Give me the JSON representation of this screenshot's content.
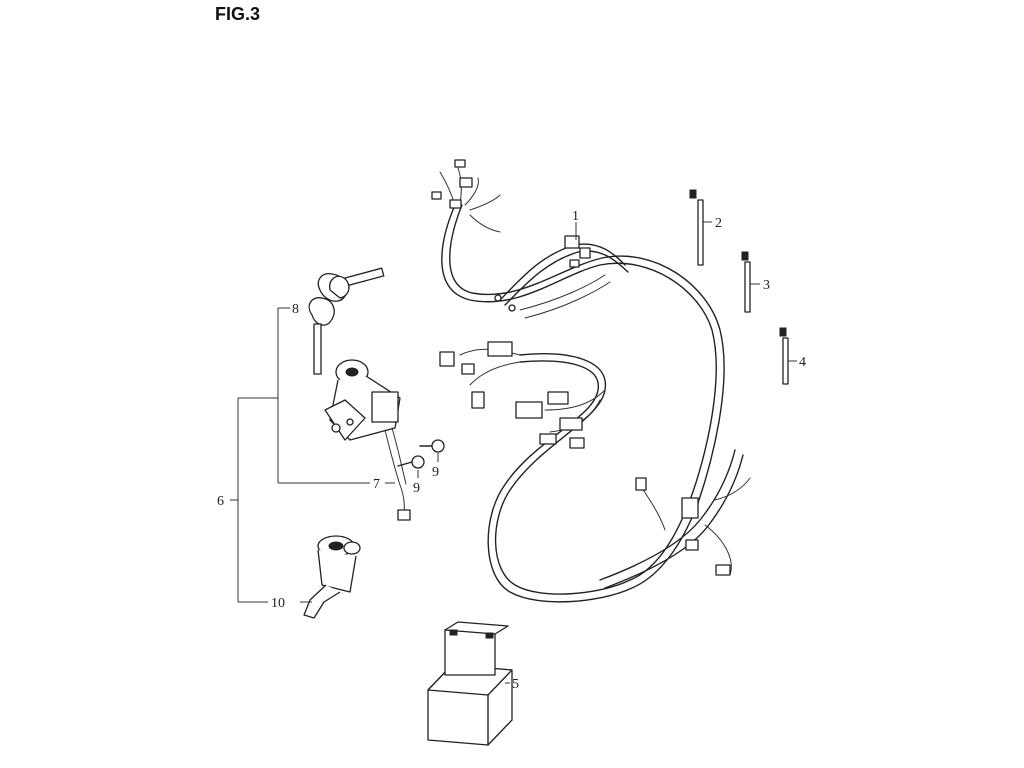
{
  "figure": {
    "title": "FIG.3"
  },
  "callouts": {
    "c1": "1",
    "c2": "2",
    "c3": "3",
    "c4": "4",
    "c5": "5",
    "c6": "6",
    "c7": "7",
    "c8": "8",
    "c9a": "9",
    "c9b": "9",
    "c10": "10"
  }
}
